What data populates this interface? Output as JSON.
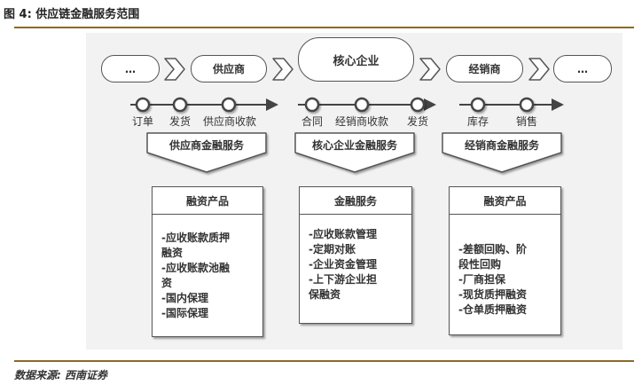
{
  "figure": {
    "title": "图 4:  供应链金融服务范围",
    "source": "数据来源:  西南证券"
  },
  "chain": {
    "left_ellipsis": "…",
    "supplier": "供应商",
    "core": "核心企业",
    "dealer": "经销商",
    "right_ellipsis": "…"
  },
  "flow_steps": [
    "订单",
    "发货",
    "供应商收款",
    "合同",
    "经销商收款",
    "发货",
    "库存",
    "销售"
  ],
  "service_banners": [
    "供应商金融服务",
    "核心企业金融服务",
    "经销商金融服务"
  ],
  "service_boxes": [
    {
      "header": "融资产品",
      "lines": [
        "-应收账款质押",
        "融资",
        "-应收账款池融",
        "资",
        "-国内保理",
        "-国际保理"
      ]
    },
    {
      "header": "金融服务",
      "lines": [
        "-应收账款管理",
        "-定期对账",
        "-企业资金管理",
        "-上下游企业担",
        "保融资"
      ]
    },
    {
      "header": "融资产品",
      "lines": [
        "-差额回购、阶",
        "段性回购",
        "-厂商担保",
        "-现货质押融资",
        "-仓单质押融资"
      ]
    }
  ]
}
